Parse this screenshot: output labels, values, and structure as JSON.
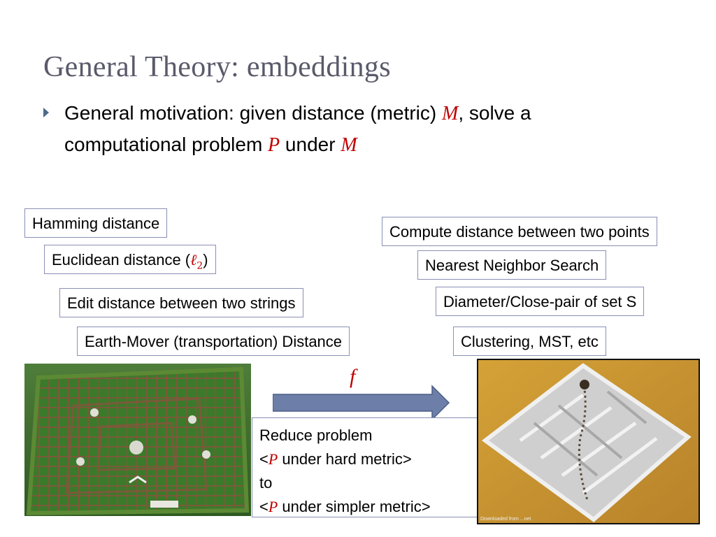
{
  "slide": {
    "title": "General Theory: embeddings",
    "bullet": {
      "line1_a": "General motivation: given distance (metric) ",
      "sym_M": "M",
      "line1_b": ", solve a",
      "line2_a": "computational problem ",
      "sym_P": "P",
      "line2_b": " under ",
      "sym_M2": "M"
    },
    "metrics": [
      "Hamming distance",
      "Euclidean distance (",
      "Edit distance between two strings",
      "Earth-Mover (transportation) Distance"
    ],
    "euclid_symbol": "ℓ",
    "euclid_sub": "2",
    "euclid_close": ")",
    "problems": [
      "Compute distance between two points",
      "Nearest Neighbor Search",
      "Diameter/Close-pair of set S",
      "Clustering, MST, etc"
    ],
    "map_symbol": "f",
    "reduce": {
      "line1": "Reduce problem",
      "line2_open": "<",
      "line2_P": "P",
      "line2_rest": " under hard metric>",
      "line3": "to",
      "line4_open": "<",
      "line4_P": "P",
      "line4_rest": " under simpler metric>"
    },
    "photo_watermark": "Downloaded from ...net",
    "colors": {
      "title": "#5a5a6a",
      "math": "#c00000",
      "arrow": "#6d7ea8",
      "box_border": "#8a8fb3"
    }
  }
}
